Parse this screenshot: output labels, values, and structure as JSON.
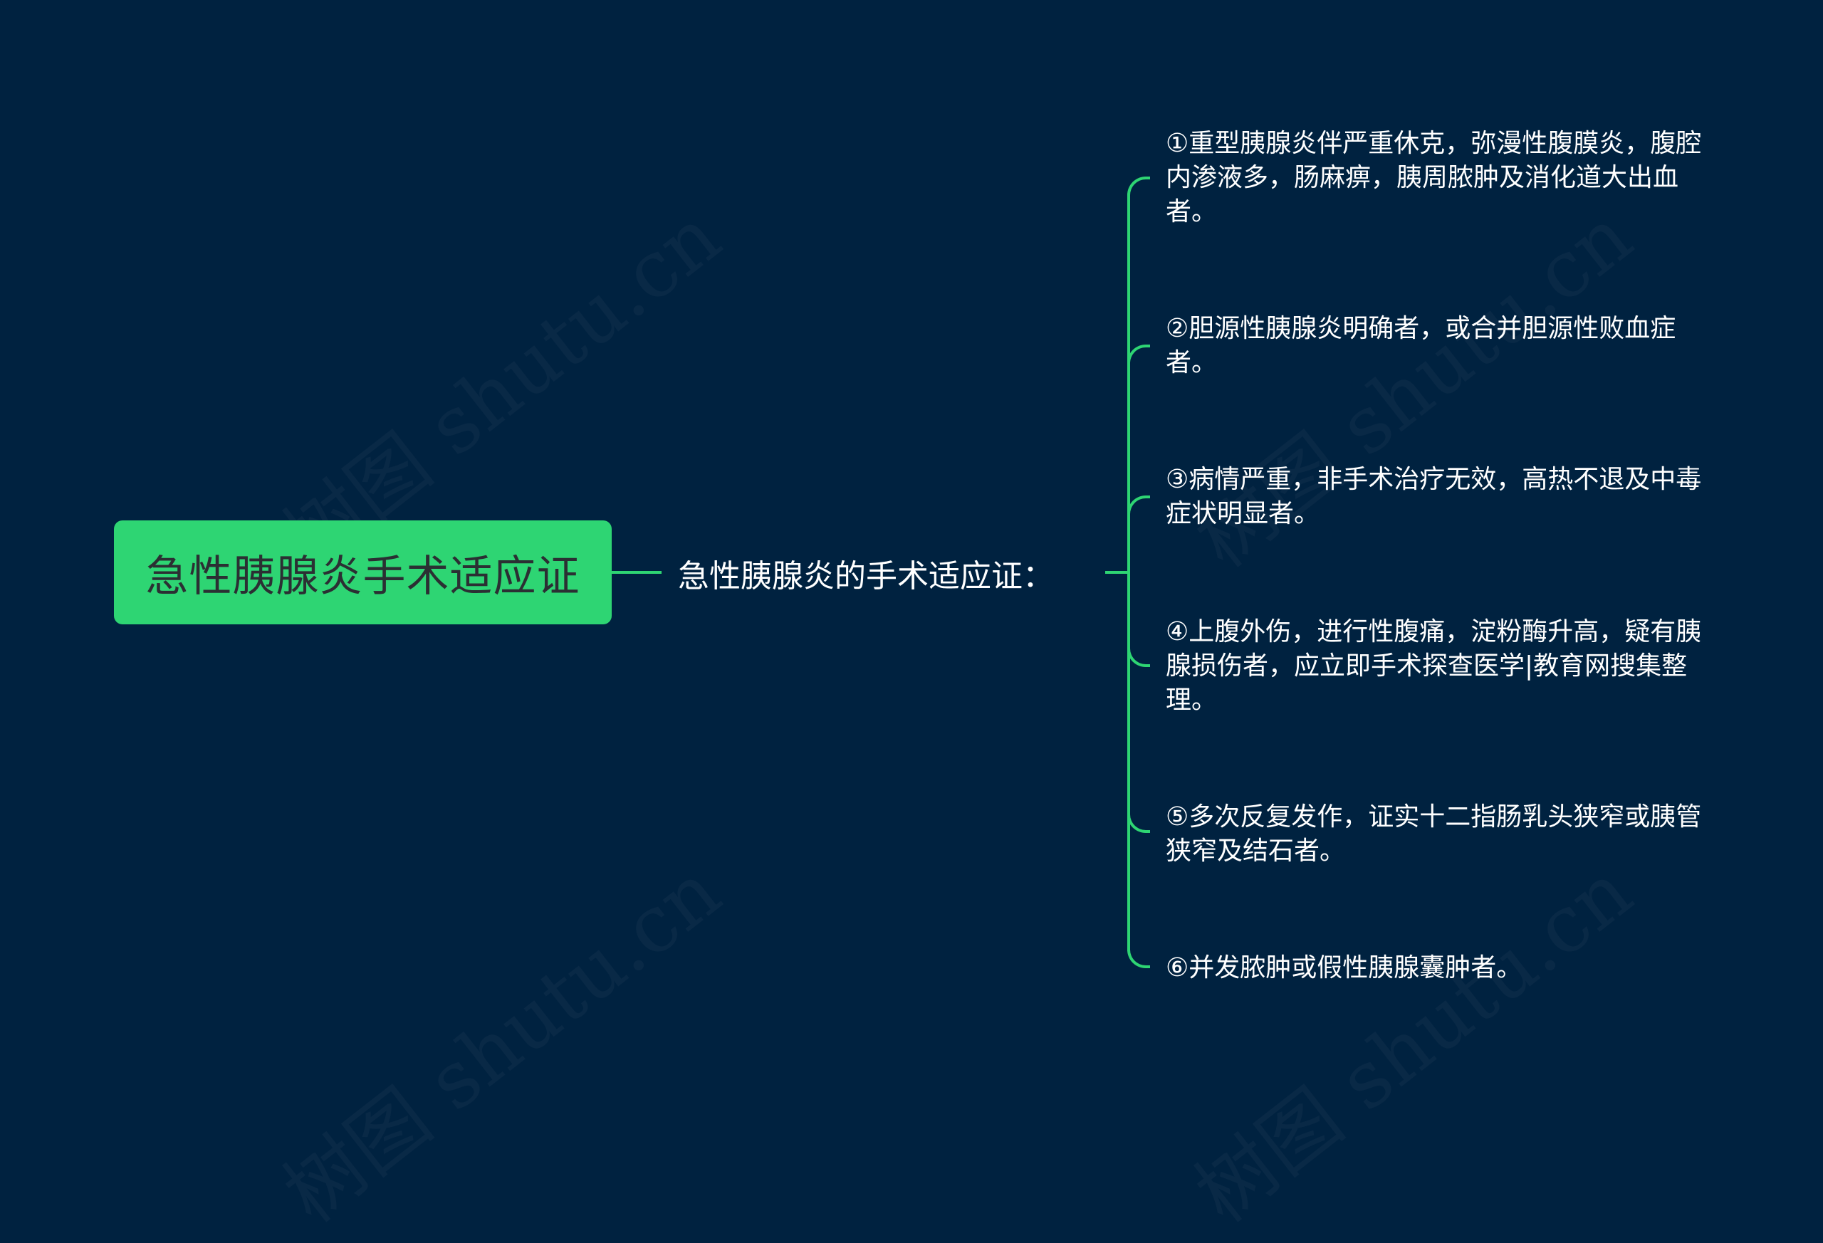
{
  "watermark": [
    "树图 shutu.cn",
    "树图 shutu.cn",
    "树图 shutu.cn",
    "树图 shutu.cn"
  ],
  "colors": {
    "background": "#002240",
    "accent": "#2ed573",
    "root_text": "#2b2f33",
    "text": "#ffffff"
  },
  "root": {
    "label": "急性胰腺炎手术适应证"
  },
  "sub": {
    "label": "急性胰腺炎的手术适应证："
  },
  "leaves": [
    {
      "label": "①重型胰腺炎伴严重休克，弥漫性腹膜炎，腹腔内渗液多，肠麻痹，胰周脓肿及消化道大出血者。"
    },
    {
      "label": "②胆源性胰腺炎明确者，或合并胆源性败血症者。"
    },
    {
      "label": "③病情严重，非手术治疗无效，高热不退及中毒症状明显者。"
    },
    {
      "label": "④上腹外伤，进行性腹痛，淀粉酶升高，疑有胰腺损伤者，应立即手术探查医学|教育网搜集整理。"
    },
    {
      "label": "⑤多次反复发作，证实十二指肠乳头狭窄或胰管狭窄及结石者。"
    },
    {
      "label": "⑥并发脓肿或假性胰腺囊肿者。"
    }
  ]
}
